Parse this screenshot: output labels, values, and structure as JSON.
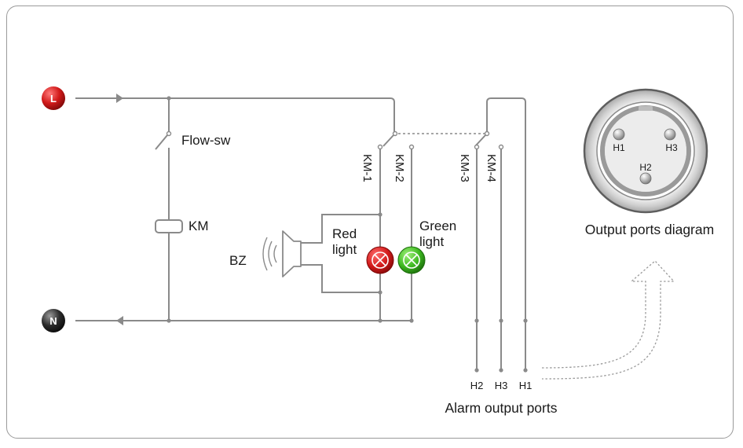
{
  "terminals": {
    "live": "L",
    "neutral": "N"
  },
  "labels": {
    "flow_switch": "Flow-sw",
    "relay_coil": "KM",
    "buzzer": "BZ",
    "red_light_1": "Red",
    "red_light_2": "light",
    "green_light_1": "Green",
    "green_light_2": "light"
  },
  "contacts": [
    "KM-1",
    "KM-2",
    "KM-3",
    "KM-4"
  ],
  "alarm_ports": [
    "H2",
    "H3",
    "H1"
  ],
  "alarm_ports_caption": "Alarm output ports",
  "connector_pins": [
    "H1",
    "H3",
    "H2"
  ],
  "connector_caption": "Output ports diagram",
  "colors": {
    "live": "#d11a1a",
    "neutral": "#2b2b2b",
    "red_light": "#d11a1a",
    "green_light": "#3cb81f",
    "wire": "#8a8a8a"
  }
}
